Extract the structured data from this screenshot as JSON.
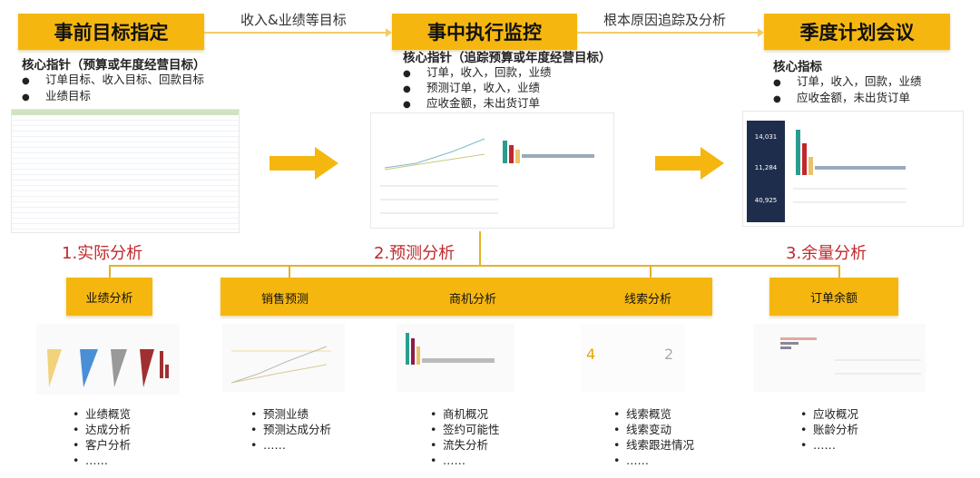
{
  "stages": [
    {
      "title": "事前目标指定",
      "metrics_title": "核心指针（预算或年度经营目标）",
      "metrics": [
        "订单目标、收入目标、回款目标",
        "业绩目标"
      ]
    },
    {
      "title": "事中执行监控",
      "metrics_title": "核心指针（追踪预算或年度经营目标）",
      "metrics": [
        "订单，收入，回款，业绩",
        "预测订单，收入，业绩",
        "应收金额，未出货订单"
      ]
    },
    {
      "title": "季度计划会议",
      "metrics_title": "核心指标",
      "metrics": [
        "订单，收入，回款，业绩",
        "应收金额，未出货订单"
      ]
    }
  ],
  "flows": [
    "收入&业绩等目标",
    "根本原因追踪及分析"
  ],
  "phases": [
    "1.实际分析",
    "2.预测分析",
    "3.余量分析"
  ],
  "thumb3_values": [
    "14,031",
    "11,284",
    "40,925"
  ],
  "modules": [
    {
      "title": "业绩分析",
      "items": [
        "业绩概览",
        "达成分析",
        "客户分析",
        "……"
      ]
    },
    {
      "title": "销售预测",
      "items": [
        "预测业绩",
        "预测达成分析",
        "……"
      ]
    },
    {
      "title": "商机分析",
      "items": [
        "商机概况",
        "签约可能性",
        "流失分析",
        "……"
      ]
    },
    {
      "title": "线索分析",
      "items": [
        "线索概览",
        "线索变动",
        "线索跟进情况",
        "……"
      ]
    },
    {
      "title": "订单余额",
      "items": [
        "应收概况",
        "账龄分析",
        "……"
      ]
    }
  ],
  "thumb_lead_values": [
    "4",
    "2"
  ],
  "colors": {
    "accent": "#F5B70F",
    "phase": "#c0282d"
  }
}
